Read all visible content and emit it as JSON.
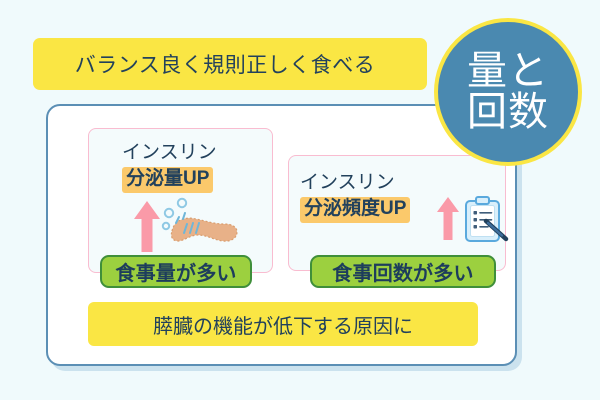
{
  "page": {
    "background_color": "#f0fafc",
    "accent_blue": "#4a89b0",
    "accent_yellow": "#fae644",
    "accent_pink": "#f9bcd0",
    "accent_green": "#9cd03f",
    "accent_orange": "#fbc96b",
    "text_navy": "#22415c"
  },
  "top_banner": {
    "text": "バランス良く規則正しく食べる"
  },
  "round_badge": {
    "line1": "量と",
    "line2": "回数"
  },
  "cards": [
    {
      "insulin_label": "インスリン",
      "up_chip": "分泌量UP",
      "arrow_icon": "up-arrow-icon",
      "illustration": "pancreas-icon",
      "badge_text": "食事量が多い"
    },
    {
      "insulin_label": "インスリン",
      "up_chip": "分泌頻度UP",
      "arrow_icon": "up-arrow-icon",
      "illustration": "clipboard-checklist-icon",
      "badge_text": "食事回数が多い"
    }
  ],
  "bottom_banner": {
    "text": "膵臓の機能が低下する原因に"
  }
}
